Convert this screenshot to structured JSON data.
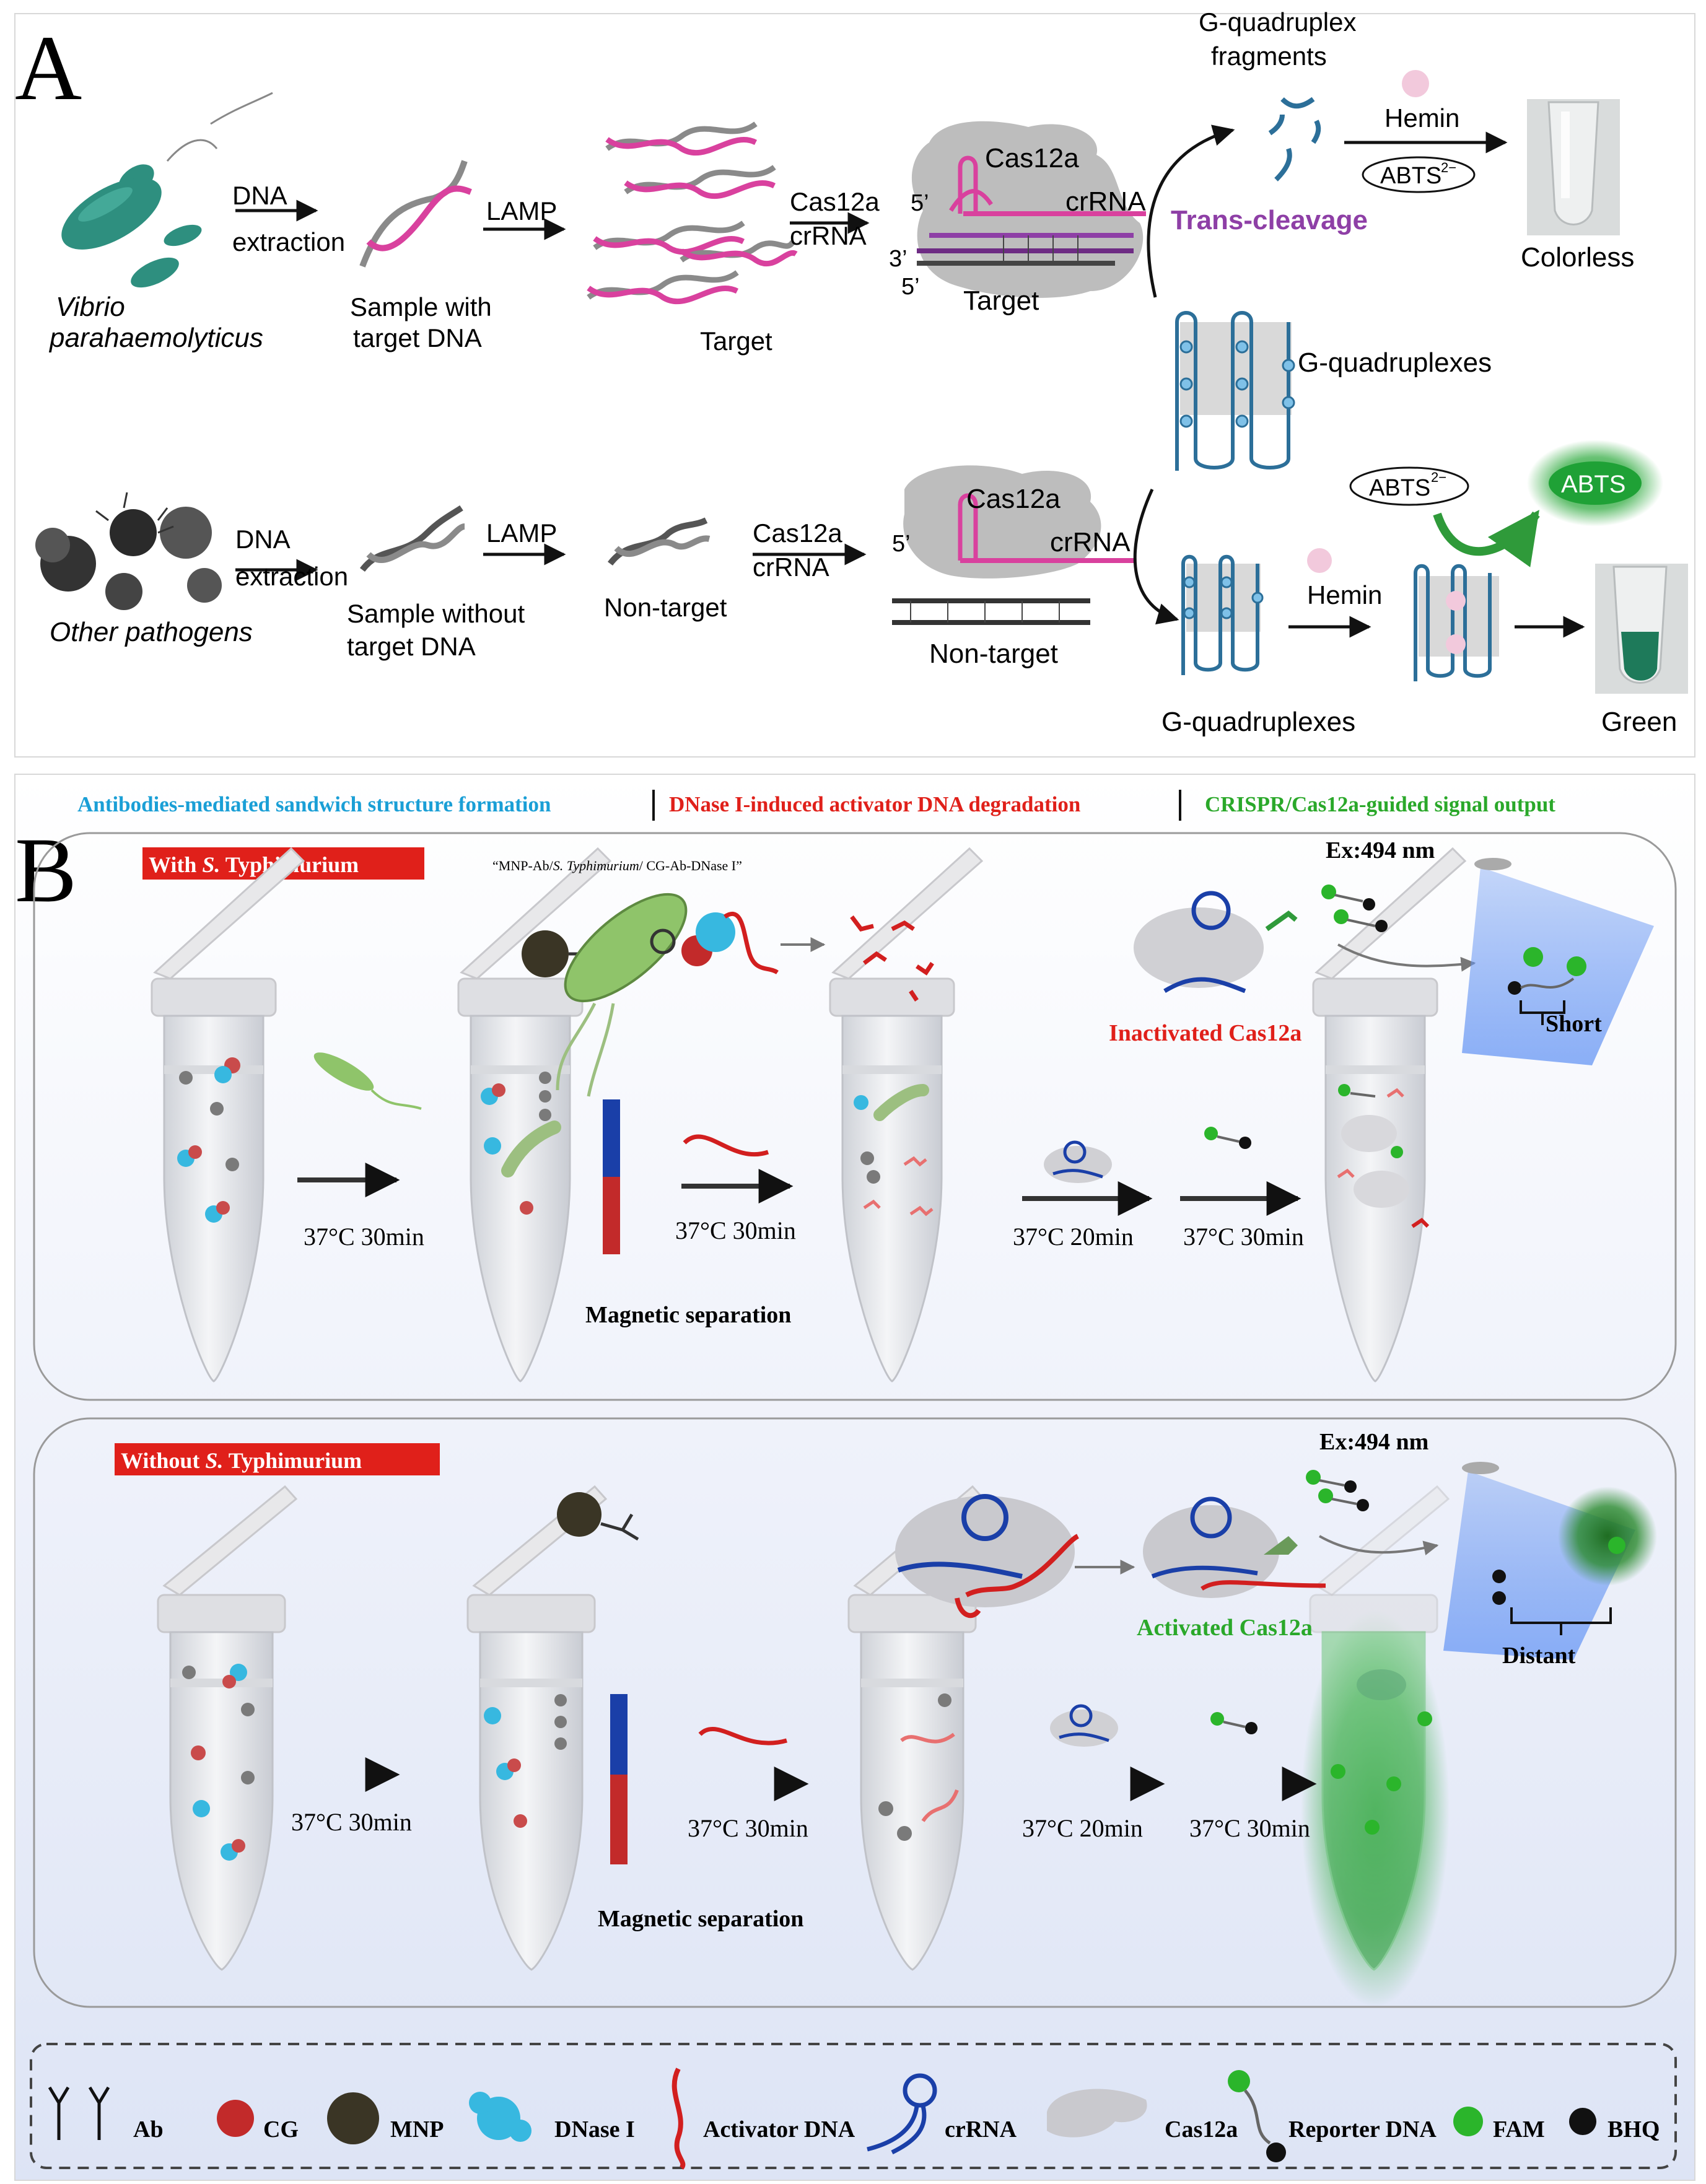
{
  "panel_a": {
    "letter": "A",
    "top_row": {
      "organism_line1": "Vibrio",
      "organism_line2": "parahaemolyticus",
      "step1_line1": "DNA",
      "step1_line2": "extraction",
      "sample_line1": "Sample with",
      "sample_line2": "target DNA",
      "step2": "LAMP",
      "target_label": "Target",
      "step3_line1": "Cas12a",
      "step3_line2": "crRNA",
      "cas_label": "Cas12a",
      "crrna_label": "crRNA",
      "five_prime": "5’",
      "three_prime": "3’",
      "five_prime_bottom": "5’",
      "complex_target": "Target",
      "fragments_line1": "G-quadruplex",
      "fragments_line2": "fragments",
      "trans_cleavage": "Trans-cleavage",
      "hemin": "Hemin",
      "abts": "ABTS",
      "abts_charge": "2−",
      "result": "Colorless"
    },
    "g_quadruplexes_mid": "G-quadruplexes",
    "bottom_row": {
      "organism": "Other pathogens",
      "step1_line1": "DNA",
      "step1_line2": "extraction",
      "sample_line1": "Sample without",
      "sample_line2": "target DNA",
      "step2": "LAMP",
      "nontarget_label": "Non-target",
      "step3_line1": "Cas12a",
      "step3_line2": "crRNA",
      "cas_label": "Cas12a",
      "crrna_label": "crRNA",
      "five_prime": "5’",
      "complex_nontarget": "Non-target",
      "g_quadruplexes": "G-quadruplexes",
      "hemin": "Hemin",
      "abts_in": "ABTS",
      "abts_charge": "2−",
      "abts_out": "ABTS",
      "result": "Green"
    }
  },
  "panel_b": {
    "letter": "B",
    "header": {
      "stage1": "Antibodies-mediated sandwich structure formation",
      "stage2": "DNase I-induced activator DNA degradation",
      "stage3": "CRISPR/Cas12a-guided signal output"
    },
    "with_box": {
      "title_pre": "With ",
      "title_italic": "S.",
      "title_post": " Typhimurium",
      "sandwich_pre": "“MNP-Ab/",
      "sandwich_italic": "S. Typhimurium",
      "sandwich_post": "/ CG-Ab-DNase I”",
      "ex": "Ex:494 nm",
      "inactivated": "Inactivated Cas12a",
      "short": "Short",
      "step1": "37°C 30min",
      "step2": "37°C 30min",
      "step3": "37°C 20min",
      "step4": "37°C 30min",
      "magnetic": "Magnetic separation"
    },
    "without_box": {
      "title_pre": "Without ",
      "title_italic": "S.",
      "title_post": " Typhimurium",
      "ex": "Ex:494 nm",
      "activated": "Activated Cas12a",
      "distant": "Distant",
      "step1": "37°C 30min",
      "step2": "37°C 30min",
      "step3": "37°C 20min",
      "step4": "37°C 30min",
      "magnetic": "Magnetic separation"
    },
    "legend": {
      "ab": "Ab",
      "cg": "CG",
      "mnp": "MNP",
      "dnase": "DNase I",
      "activator": "Activator DNA",
      "crrna": "crRNA",
      "cas12a": "Cas12a",
      "reporter": "Reporter DNA",
      "fam": "FAM",
      "bhq": "BHQ"
    }
  },
  "colors": {
    "magenta": "#d9419e",
    "purple": "#8e3fa6",
    "grey_dna": "#8a8a8a",
    "teal_bacteria": "#2e8f7f",
    "g4_blue": "#2c6f99",
    "green_signal": "#2f9a3a",
    "red_dna": "#d21f1f",
    "crrna_blue": "#1a3fa8",
    "header_blue": "#1a9fd6",
    "header_red": "#e0201a",
    "header_green": "#2aa82a",
    "dnase_cyan": "#37b8e0",
    "cg_red": "#c22a2a",
    "mnp_dark": "#3a3525",
    "fam_green": "#2bb52b",
    "bhq_black": "#111111"
  }
}
